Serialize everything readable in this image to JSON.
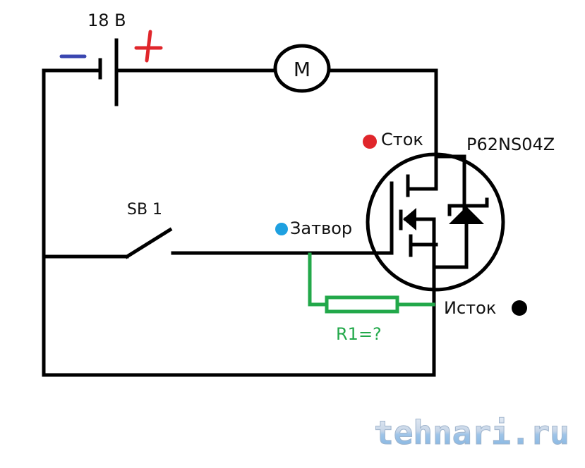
{
  "diagram": {
    "type": "circuit-schematic",
    "battery": {
      "voltage_label": "18 В",
      "negative_sign": "−",
      "positive_sign": "+"
    },
    "motor": {
      "label": "M"
    },
    "switch": {
      "label": "SB 1"
    },
    "mosfet": {
      "part_number": "P62NS04Z",
      "drain_label": "Сток",
      "gate_label": "Затвор",
      "source_label": "Исток"
    },
    "resistor": {
      "label": "R1=?"
    },
    "colors": {
      "wire": "#000000",
      "resistor": "#22a84a",
      "negative_mark": "#3a46b0",
      "positive_mark": "#e0262b",
      "drain_dot": "#e0262b",
      "gate_dot": "#1ea0e0",
      "source_dot": "#000000"
    },
    "watermark": "tehnari.ru"
  }
}
